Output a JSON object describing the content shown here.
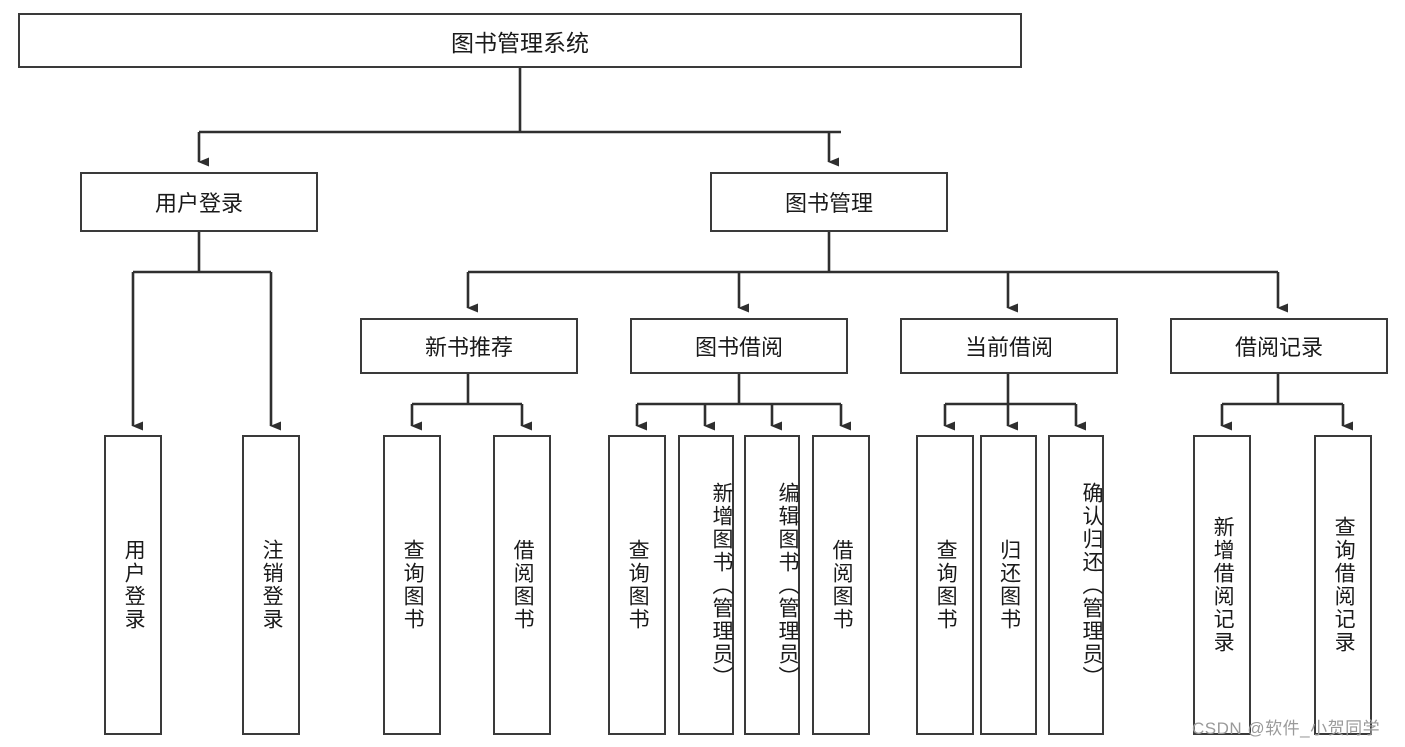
{
  "diagram": {
    "type": "tree",
    "title": "图书管理系统",
    "watermark": "CSDN @软件_小贺同学",
    "colors": {
      "stroke": "#3a3a3a",
      "fill": "#ffffff",
      "text": "#1a1a1a",
      "watermark": "#9a9a9a"
    },
    "nodes": {
      "root": {
        "label": "图书管理系统"
      },
      "level2": [
        {
          "label": "用户登录"
        },
        {
          "label": "图书管理"
        }
      ],
      "level3": [
        {
          "label": "新书推荐"
        },
        {
          "label": "图书借阅"
        },
        {
          "label": "当前借阅"
        },
        {
          "label": "借阅记录"
        }
      ],
      "leaves": {
        "user_login": [
          {
            "label": "用户登录"
          },
          {
            "label": "注销登录"
          }
        ],
        "new_books": [
          {
            "label": "查询图书"
          },
          {
            "label": "借阅图书"
          }
        ],
        "book_borrow": [
          {
            "label": "查询图书"
          },
          {
            "label": "新增图书（管理员）"
          },
          {
            "label": "编辑图书（管理员）"
          },
          {
            "label": "借阅图书"
          }
        ],
        "current_borrow": [
          {
            "label": "查询图书"
          },
          {
            "label": "归还图书"
          },
          {
            "label": "确认归还（管理员）"
          }
        ],
        "borrow_records": [
          {
            "label": "新增借阅记录"
          },
          {
            "label": "查询借阅记录"
          }
        ]
      }
    }
  }
}
